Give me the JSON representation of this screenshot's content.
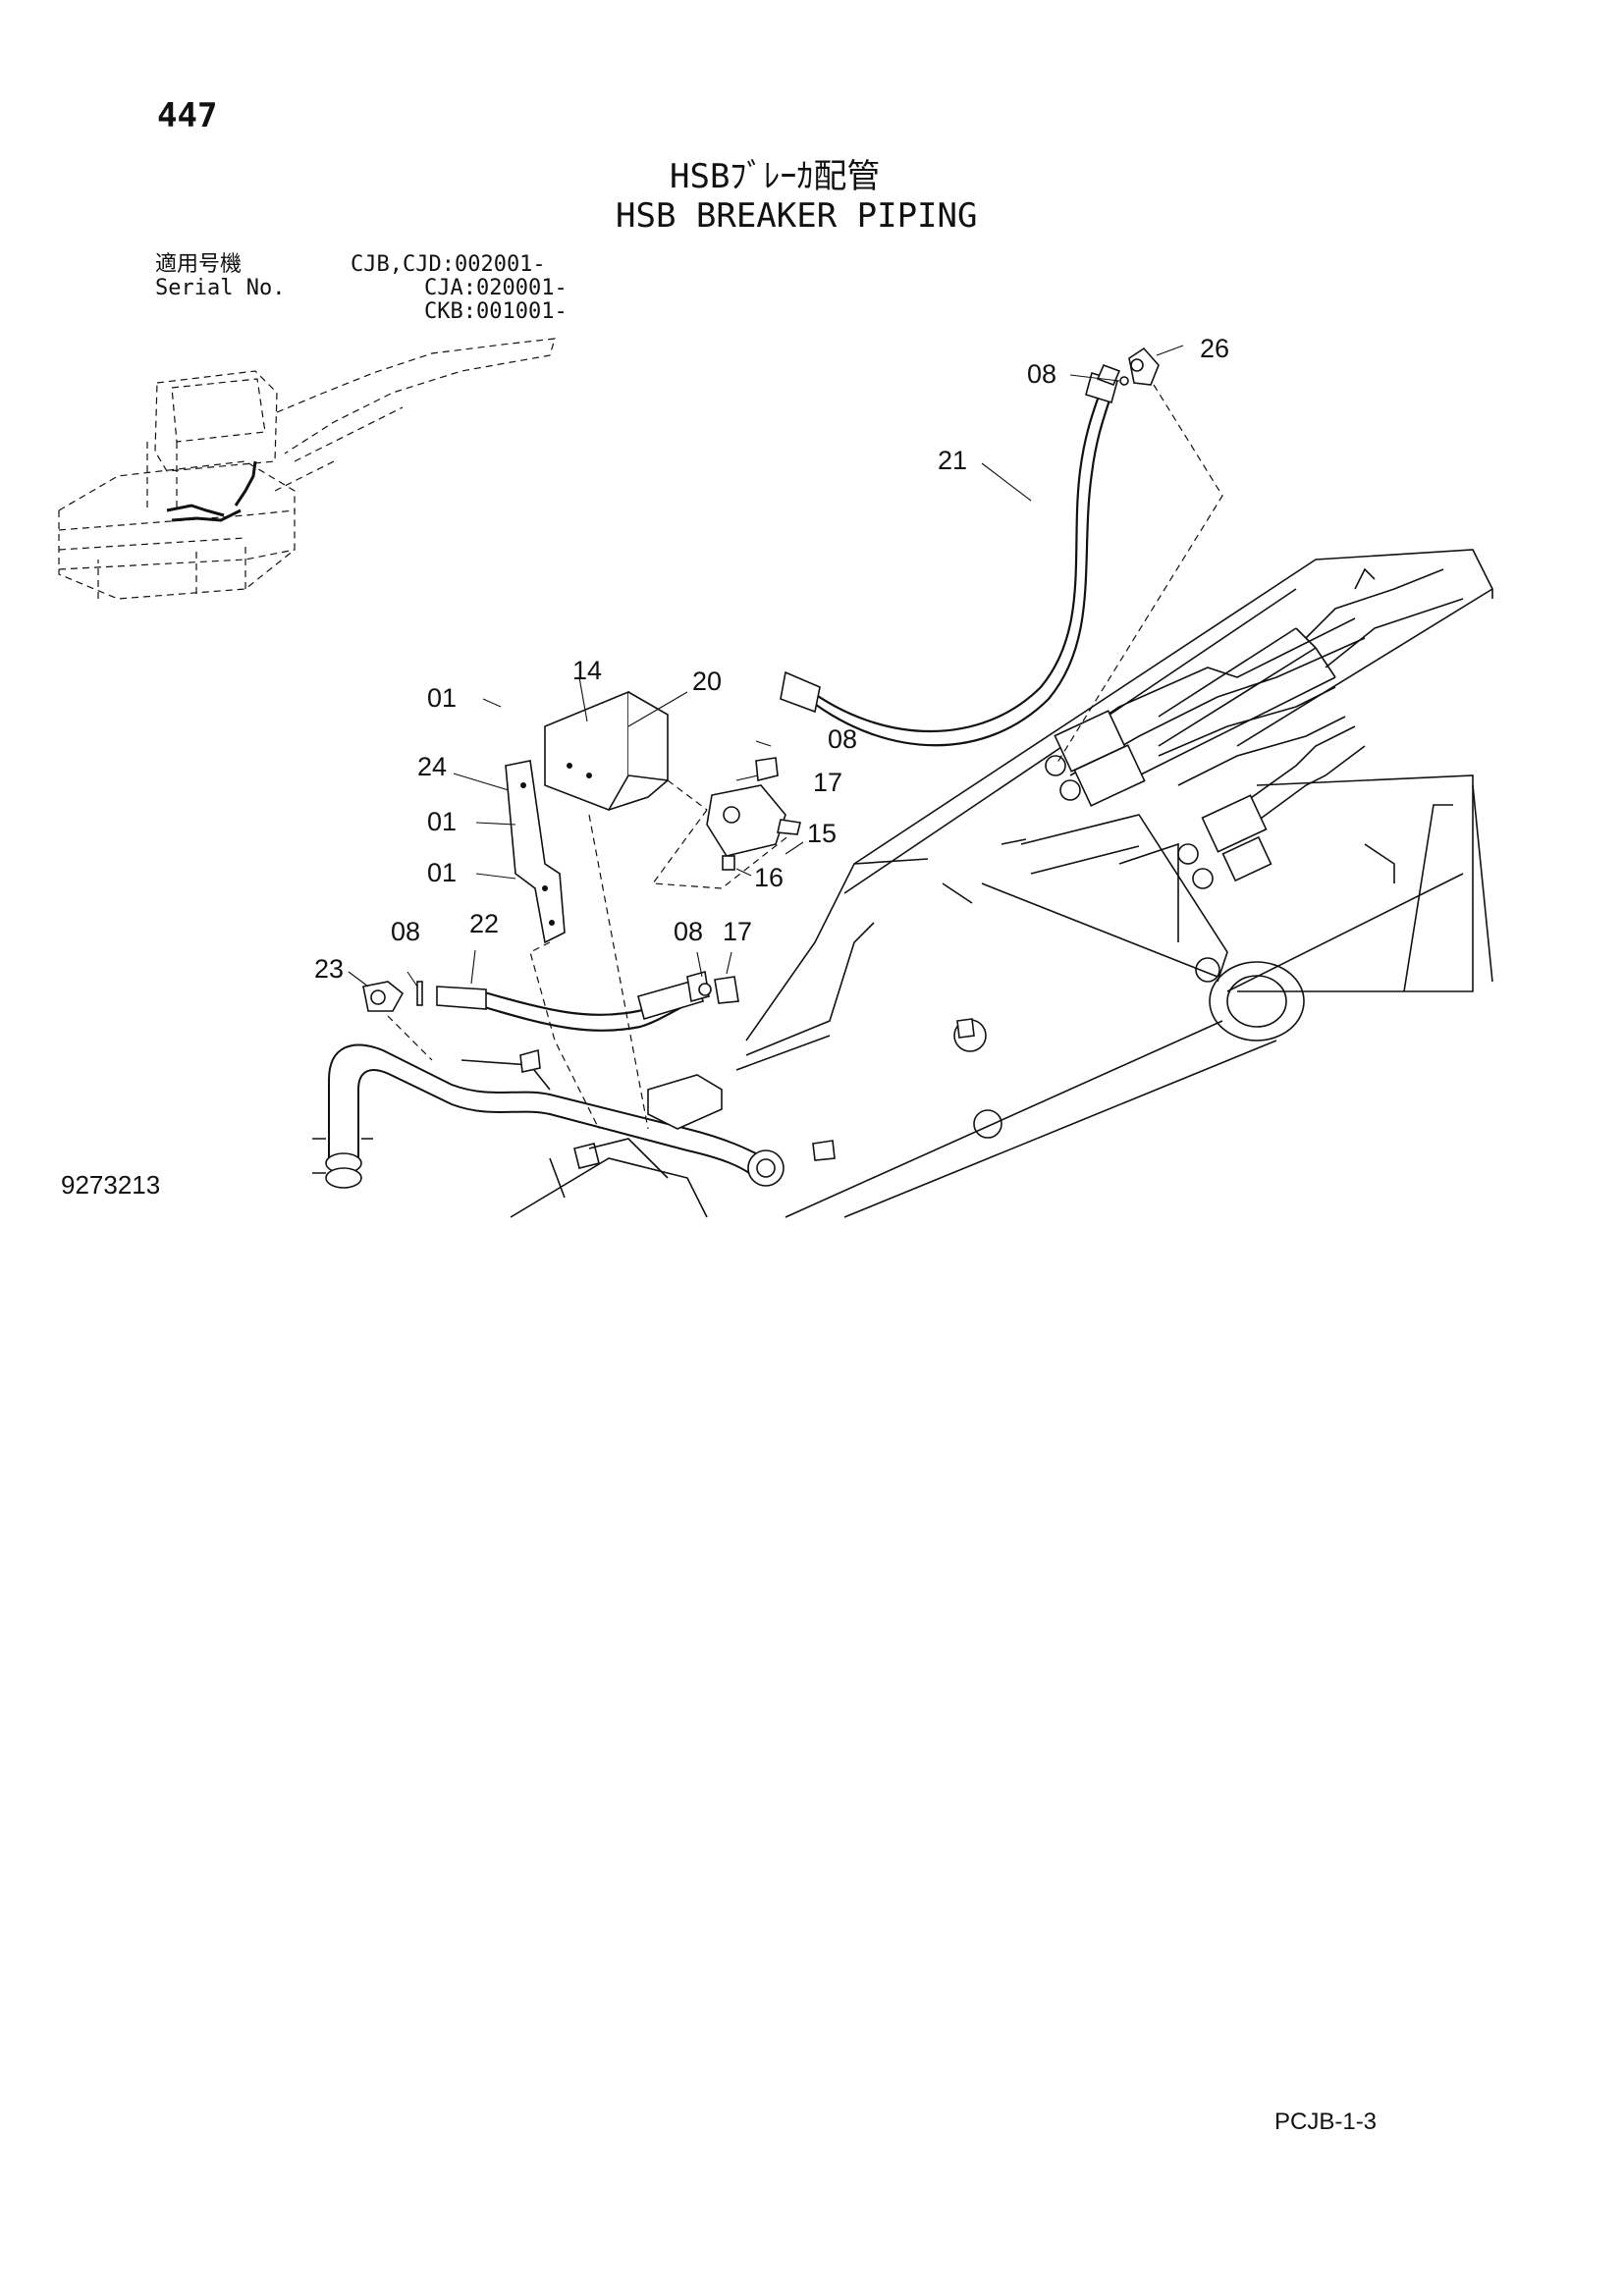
{
  "page": {
    "number": "447",
    "title_jp": "HSBﾌﾞﾚｰｶ配管",
    "title_en": "HSB BREAKER PIPING",
    "drawing_number": "9273213",
    "sheet_code": "PCJB-1-3"
  },
  "serial": {
    "label_jp": "適用号機",
    "label_en": "Serial No.",
    "ranges": [
      "CJB,CJD:002001-",
      "CJA:020001-",
      "CKB:001001-"
    ]
  },
  "callouts": [
    "01",
    "01",
    "01",
    "08",
    "08",
    "08",
    "08",
    "14",
    "15",
    "16",
    "17",
    "17",
    "20",
    "21",
    "22",
    "23",
    "24",
    "26"
  ]
}
